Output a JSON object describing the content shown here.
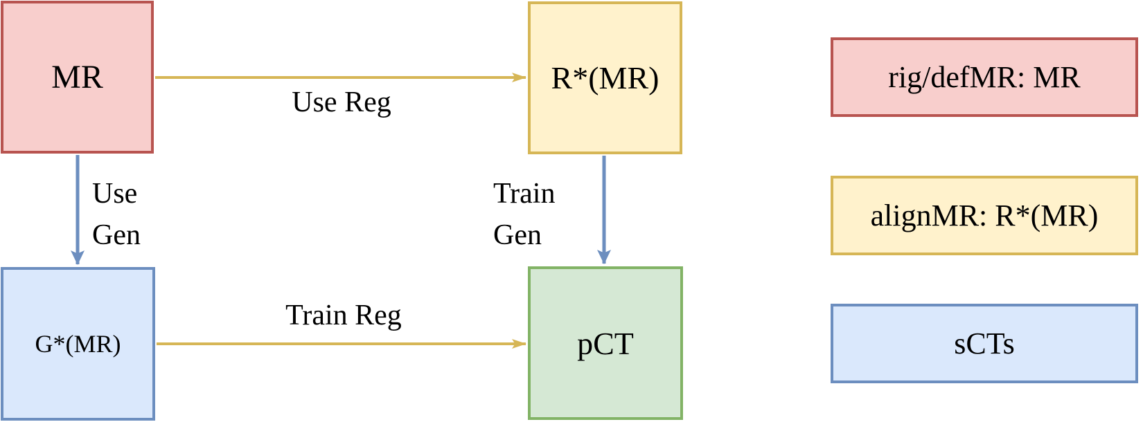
{
  "diagram": {
    "background": "#FFFFFF",
    "text_color": "#000000",
    "nodes": [
      {
        "id": "mr",
        "label": "MR",
        "fill": "#F8CECC",
        "stroke": "#B85450"
      },
      {
        "id": "aligned-mr",
        "label": "R*(MR)",
        "fill": "#FFF2CC",
        "stroke": "#D6B656"
      },
      {
        "id": "sct",
        "label": "G*(MR)",
        "fill": "#DAE8FC",
        "stroke": "#6C8EBF"
      },
      {
        "id": "pct",
        "label": "pCT",
        "fill": "#D5E8D4",
        "stroke": "#82B366"
      }
    ],
    "edges": [
      {
        "label": "Use Reg",
        "from": "MR",
        "to": "R*(MR)",
        "color": "#D6B656"
      },
      {
        "label": "Use Gen",
        "from": "MR",
        "to": "G*(MR)",
        "color": "#6C8EBF"
      },
      {
        "label": "Train Gen",
        "from": "R*(MR)",
        "to": "pCT",
        "color": "#6C8EBF"
      },
      {
        "label": "Train Reg",
        "from": "G*(MR)",
        "to": "pCT",
        "color": "#D6B656"
      }
    ],
    "legend": [
      {
        "label": "rig/defMR: MR",
        "fill": "#F8CECC",
        "stroke": "#B85450"
      },
      {
        "label": "alignMR: R*(MR)",
        "fill": "#FFF2CC",
        "stroke": "#D6B656"
      },
      {
        "label": "sCTs",
        "fill": "#DAE8FC",
        "stroke": "#6C8EBF"
      }
    ]
  }
}
